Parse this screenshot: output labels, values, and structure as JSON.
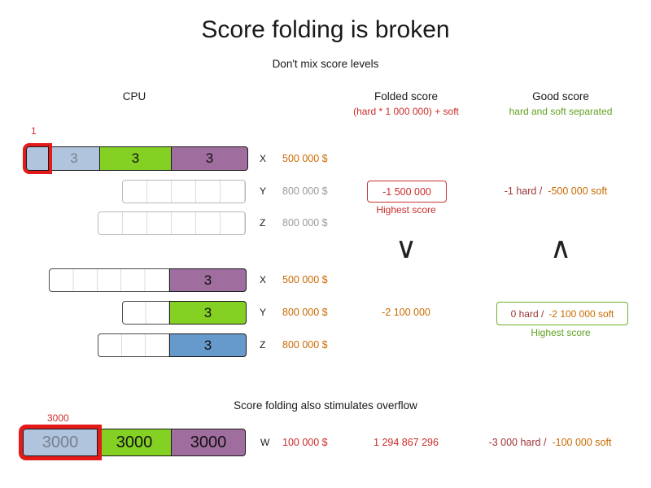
{
  "title": "Score folding is broken",
  "colors": {
    "red": "#cc2b2b",
    "hard_dark_red": "#9c3333",
    "soft_orange": "#c96a00",
    "green": "#61a121",
    "gray": "#9a9a9a",
    "bar_blue": "#b0c4de",
    "bar_green": "#84d023",
    "bar_purple": "#a06d9f",
    "bar_steel": "#6699cc",
    "highlight_red": "#e41a1a"
  },
  "section1": {
    "subtitle": "Don't mix score levels",
    "headers": {
      "cpu": "CPU",
      "folded": "Folded score",
      "folded_sub": "(hard * 1 000 000) + soft",
      "good": "Good score",
      "good_sub": "hard and soft separated"
    },
    "annotation": "1",
    "bad": {
      "rows": [
        {
          "label": "X",
          "cost": "500 000 $",
          "seg1": "3",
          "seg2": "3",
          "seg3": "3"
        },
        {
          "label": "Y",
          "cost": "800 000 $"
        },
        {
          "label": "Z",
          "cost": "800 000 $"
        }
      ],
      "folded_score": "-1 500 000",
      "folded_caption": "Highest score",
      "good_hard": "-1 hard /",
      "good_soft": "-500 000 soft"
    },
    "compare": {
      "folded": "∨",
      "good": "∧"
    },
    "good": {
      "rows": [
        {
          "label": "X",
          "cost": "500 000 $",
          "seg": "3"
        },
        {
          "label": "Y",
          "cost": "800 000 $",
          "seg": "3"
        },
        {
          "label": "Z",
          "cost": "800 000 $",
          "seg": "3"
        }
      ],
      "folded_score": "-2 100 000",
      "good_hard": "0 hard /",
      "good_soft": "-2 100 000 soft",
      "good_caption": "Highest score"
    }
  },
  "section2": {
    "subtitle": "Score folding also stimulates overflow",
    "annotation": "3000",
    "row": {
      "label": "W",
      "cost": "100 000 $",
      "seg1": "3000",
      "seg2": "3000",
      "seg3": "3000",
      "folded_score": "1 294 867 296",
      "good_hard": "-3 000 hard /",
      "good_soft": "-100 000 soft"
    }
  }
}
